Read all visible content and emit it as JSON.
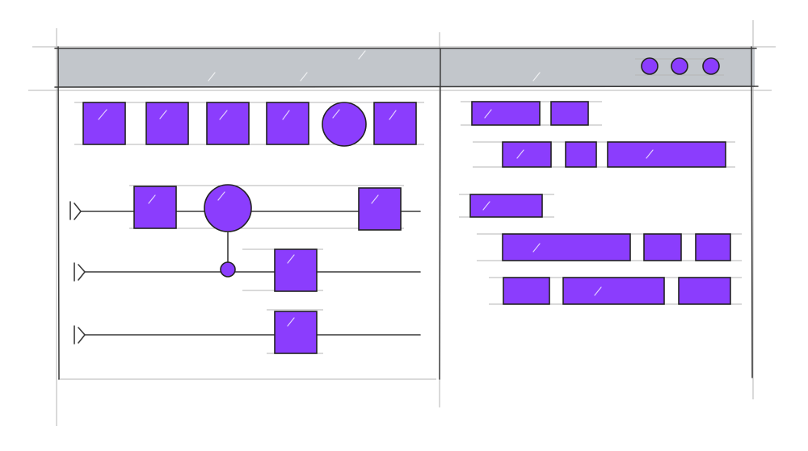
{
  "colors": {
    "accent": "#8b3dfd",
    "titlebar": "#c2c6cb",
    "stroke": "#222222",
    "guide": "#b5b5b5"
  },
  "window": {
    "controls": [
      "window-control-dot",
      "window-control-dot",
      "window-control-dot"
    ]
  },
  "palette": {
    "items": [
      "square",
      "square",
      "square",
      "square",
      "circle",
      "square"
    ]
  },
  "circuit": {
    "wires": [
      {
        "name": "qubit-wire-1",
        "gates": [
          "square",
          "circle-control-large",
          "square"
        ]
      },
      {
        "name": "qubit-wire-2",
        "gates": [
          "control-dot",
          "square"
        ]
      },
      {
        "name": "qubit-wire-3",
        "gates": [
          "square"
        ]
      }
    ]
  },
  "right_panel": {
    "rows": [
      {
        "indent": 0,
        "blocks": [
          "wide",
          "narrow"
        ]
      },
      {
        "indent": 1,
        "blocks": [
          "medium",
          "narrow",
          "extra-wide"
        ]
      },
      {
        "indent": 0,
        "blocks": [
          "wide"
        ]
      },
      {
        "indent": 1,
        "blocks": [
          "extra-wide",
          "medium",
          "narrow"
        ]
      },
      {
        "indent": 1,
        "blocks": [
          "medium",
          "extra-wide",
          "medium"
        ]
      }
    ]
  }
}
